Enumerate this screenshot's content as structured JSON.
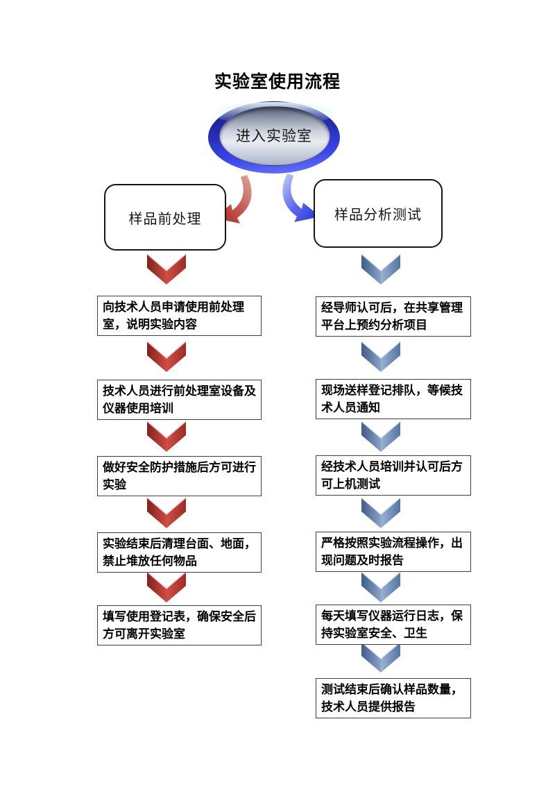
{
  "page": {
    "title": "实验室使用流程"
  },
  "start_node": {
    "label": "进入实验室"
  },
  "branches": [
    {
      "name": "sample-pretreatment",
      "header": "样品前处理",
      "accent": "#B5443C",
      "steps": [
        "向技术人员申请使用前处理室，说明实验内容",
        "技术人员进行前处理室设备及仪器使用培训",
        "做好安全防护措施后方可进行实验",
        "实验结束后清理台面、地面，禁止堆放任何物品",
        "填写使用登记表，确保安全后方可离开实验室"
      ]
    },
    {
      "name": "sample-analysis",
      "header": "样品分析测试",
      "accent": "#6E8DB6",
      "steps": [
        "经导师认可后，在共享管理平台上预约分析项目",
        "现场送样登记排队，等候技术人员通知",
        "经技术人员培训并认可后方可上机测试",
        "严格按照实验流程操作，出现问题及时报告",
        "每天填写仪器运行日志，保持实验室安全、卫生",
        "测试结束后确认样品数量，技术人员提供报告"
      ]
    }
  ],
  "colors": {
    "left_chevron": "#B03228",
    "right_chevron": "#6E8DB6",
    "left_curve_arrow": "#B8362C",
    "right_curve_arrow": "#2A36DC",
    "oval_rim": "#2B35D6",
    "oval_face": "#D8DCE4"
  }
}
